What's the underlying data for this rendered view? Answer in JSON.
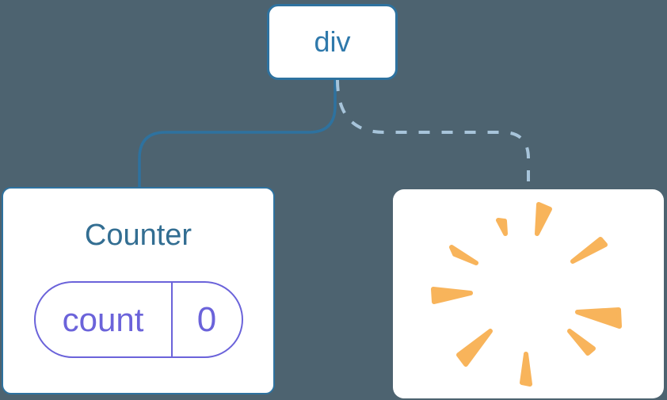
{
  "diagram": {
    "description": "component tree with root div, a Counter component holding state, and a removed component shown as a poof burst",
    "root_node": {
      "label": "div"
    },
    "counter_node": {
      "title": "Counter",
      "state": {
        "key": "count",
        "value": "0"
      }
    },
    "removed_node": {
      "icon": "poof-burst"
    },
    "edges": [
      {
        "from": "div",
        "to": "Counter",
        "style": "solid"
      },
      {
        "from": "div",
        "to": "removed",
        "style": "dashed"
      }
    ]
  },
  "colors": {
    "background": "#4d6370",
    "card": "#ffffff",
    "edge-blue": "#2e729f",
    "div-text": "#2f79ab",
    "counter-text": "#336e92",
    "purple": "#6b63da",
    "dash-blue": "#a7c4da",
    "burst-orange": "#f8b45b"
  }
}
